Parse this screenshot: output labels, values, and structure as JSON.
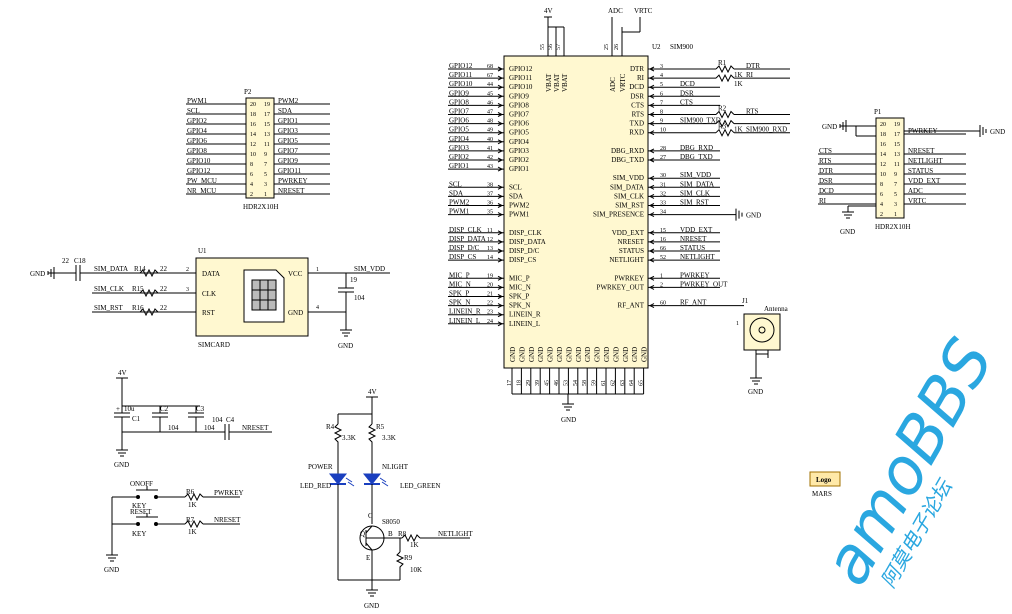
{
  "u2": {
    "ref": "U2",
    "part": "SIM900",
    "top_pins": [
      {
        "num": "55",
        "name": "VBAT"
      },
      {
        "num": "56",
        "name": "VBAT"
      },
      {
        "num": "57",
        "name": "VBAT"
      },
      {
        "num": "25",
        "name": "ADC"
      },
      {
        "num": "26",
        "name": "VRTC"
      }
    ],
    "left_pins": [
      {
        "num": "68",
        "name": "GPIO12",
        "net": "GPIO12"
      },
      {
        "num": "67",
        "name": "GPIO11",
        "net": "GPIO11"
      },
      {
        "num": "44",
        "name": "GPIO10",
        "net": "GPIO10"
      },
      {
        "num": "45",
        "name": "GPIO9",
        "net": "GPIO9"
      },
      {
        "num": "46",
        "name": "GPIO8",
        "net": "GPIO8"
      },
      {
        "num": "47",
        "name": "GPIO7",
        "net": "GPIO7"
      },
      {
        "num": "48",
        "name": "GPIO6",
        "net": "GPIO6"
      },
      {
        "num": "49",
        "name": "GPIO5",
        "net": "GPIO5"
      },
      {
        "num": "40",
        "name": "GPIO4",
        "net": "GPIO4"
      },
      {
        "num": "41",
        "name": "GPIO3",
        "net": "GPIO3"
      },
      {
        "num": "42",
        "name": "GPIO2",
        "net": "GPIO2"
      },
      {
        "num": "43",
        "name": "GPIO1",
        "net": "GPIO1"
      },
      {
        "num": "",
        "name": "",
        "net": ""
      },
      {
        "num": "38",
        "name": "SCL",
        "net": "SCL"
      },
      {
        "num": "37",
        "name": "SDA",
        "net": "SDA"
      },
      {
        "num": "36",
        "name": "PWM2",
        "net": "PWM2"
      },
      {
        "num": "35",
        "name": "PWM1",
        "net": "PWM1"
      },
      {
        "num": "",
        "name": "",
        "net": ""
      },
      {
        "num": "11",
        "name": "DISP_CLK",
        "net": "DISP_CLK"
      },
      {
        "num": "12",
        "name": "DISP_DATA",
        "net": "DISP_DATA"
      },
      {
        "num": "13",
        "name": "DISP_D/C",
        "net": "DISP_D/C"
      },
      {
        "num": "14",
        "name": "DISP_CS",
        "net": "DISP_CS"
      },
      {
        "num": "",
        "name": "",
        "net": ""
      },
      {
        "num": "19",
        "name": "MIC_P",
        "net": "MIC_P"
      },
      {
        "num": "20",
        "name": "MIC_N",
        "net": "MIC_N"
      },
      {
        "num": "21",
        "name": "SPK_P",
        "net": "SPK_P"
      },
      {
        "num": "22",
        "name": "SPK_N",
        "net": "SPK_N"
      },
      {
        "num": "23",
        "name": "LINEIN_R",
        "net": "LINEIN_R"
      },
      {
        "num": "24",
        "name": "LINEIN_L",
        "net": "LINEIN_L"
      }
    ],
    "right_pins": [
      {
        "num": "3",
        "name": "DTR",
        "net": "DTR",
        "res": "R1",
        "rv": "1K"
      },
      {
        "num": "4",
        "name": "RI",
        "net": "RI",
        "rv": "1K"
      },
      {
        "num": "5",
        "name": "DCD",
        "net": "DCD"
      },
      {
        "num": "6",
        "name": "DSR",
        "net": "DSR"
      },
      {
        "num": "7",
        "name": "CTS",
        "net": "CTS"
      },
      {
        "num": "8",
        "name": "RTS",
        "net": "RTS",
        "res": "R2"
      },
      {
        "num": "9",
        "name": "TXD",
        "net": "SIM900_TXD",
        "rv": "1K"
      },
      {
        "num": "10",
        "name": "RXD",
        "net": "SIM900_RXD",
        "res": "R3"
      },
      {
        "num": "",
        "name": "",
        "net": ""
      },
      {
        "num": "28",
        "name": "DBG_RXD",
        "net": "DBG_RXD"
      },
      {
        "num": "27",
        "name": "DBG_TXD",
        "net": "DBG_TXD"
      },
      {
        "num": "",
        "name": "",
        "net": ""
      },
      {
        "num": "30",
        "name": "SIM_VDD",
        "net": "SIM_VDD"
      },
      {
        "num": "31",
        "name": "SIM_DATA",
        "net": "SIM_DATA"
      },
      {
        "num": "32",
        "name": "SIM_CLK",
        "net": "SIM_CLK"
      },
      {
        "num": "33",
        "name": "SIM_RST",
        "net": "SIM_RST"
      },
      {
        "num": "34",
        "name": "SIM_PRESENCE",
        "net": "GND"
      },
      {
        "num": "",
        "name": "",
        "net": ""
      },
      {
        "num": "15",
        "name": "VDD_EXT",
        "net": "VDD_EXT"
      },
      {
        "num": "16",
        "name": "NRESET",
        "net": "NRESET"
      },
      {
        "num": "66",
        "name": "STATUS",
        "net": "STATUS"
      },
      {
        "num": "52",
        "name": "NETLIGHT",
        "net": "NETLIGHT"
      },
      {
        "num": "",
        "name": "",
        "net": ""
      },
      {
        "num": "1",
        "name": "PWRKEY",
        "net": "PWRKEY"
      },
      {
        "num": "2",
        "name": "PWRKEY_OUT",
        "net": "PWRKEY_OUT"
      },
      {
        "num": "",
        "name": "",
        "net": ""
      },
      {
        "num": "60",
        "name": "RF_ANT",
        "net": "RF_ANT"
      }
    ],
    "gnd_pins": [
      "17",
      "18",
      "29",
      "39",
      "45",
      "46",
      "53",
      "54",
      "58",
      "59",
      "61",
      "62",
      "63",
      "64",
      "65"
    ],
    "gnd_name": "GND",
    "top_nets": {
      "vbat": "4V",
      "adc": "ADC",
      "vrtc": "VRTC"
    },
    "bottom_net": "GND"
  },
  "p2": {
    "ref": "P2",
    "part": "HDR2X10H",
    "rows": [
      {
        "l": "PWM1",
        "a": "20",
        "b": "19",
        "r": "PWM2"
      },
      {
        "l": "SCL",
        "a": "18",
        "b": "17",
        "r": "SDA"
      },
      {
        "l": "GPIO2",
        "a": "16",
        "b": "15",
        "r": "GPIO1"
      },
      {
        "l": "GPIO4",
        "a": "14",
        "b": "13",
        "r": "GPIO3"
      },
      {
        "l": "GPIO6",
        "a": "12",
        "b": "11",
        "r": "GPIO5"
      },
      {
        "l": "GPIO8",
        "a": "10",
        "b": "9",
        "r": "GPIO7"
      },
      {
        "l": "GPIO10",
        "a": "8",
        "b": "7",
        "r": "GPIO9"
      },
      {
        "l": "GPIO12",
        "a": "6",
        "b": "5",
        "r": "GPIO11"
      },
      {
        "l": "PW_MCU",
        "a": "4",
        "b": "3",
        "r": "PWRKEY"
      },
      {
        "l": "NR_MCU",
        "a": "2",
        "b": "1",
        "r": "NRESET"
      }
    ]
  },
  "p1": {
    "ref": "P1",
    "part": "HDR2X10H",
    "rows": [
      {
        "l": "",
        "a": "20",
        "b": "19",
        "r": ""
      },
      {
        "l": "",
        "a": "18",
        "b": "17",
        "r": "PWRKEY"
      },
      {
        "l": "",
        "a": "16",
        "b": "15",
        "r": ""
      },
      {
        "l": "CTS",
        "a": "14",
        "b": "13",
        "r": "NRESET"
      },
      {
        "l": "RTS",
        "a": "12",
        "b": "11",
        "r": "NETLIGHT"
      },
      {
        "l": "DTR",
        "a": "10",
        "b": "9",
        "r": "STATUS"
      },
      {
        "l": "DSR",
        "a": "8",
        "b": "7",
        "r": "VDD_EXT"
      },
      {
        "l": "DCD",
        "a": "6",
        "b": "5",
        "r": "ADC"
      },
      {
        "l": "RI",
        "a": "4",
        "b": "3",
        "r": "VRTC"
      },
      {
        "l": "",
        "a": "2",
        "b": "1",
        "r": ""
      }
    ],
    "gnd_left": "GND",
    "gnd_right": "GND",
    "gnd_bottom": "GND"
  },
  "u1": {
    "ref": "U1",
    "part": "SIMCARD",
    "pins_left": [
      {
        "num": "2",
        "name": "DATA"
      },
      {
        "num": "3",
        "name": "CLK"
      },
      {
        "num": "",
        "name": "RST"
      }
    ],
    "pins_right": [
      {
        "num": "1",
        "name": "VCC"
      },
      {
        "num": "4",
        "name": "GND"
      }
    ],
    "nets": [
      "SIM_DATA",
      "SIM_CLK",
      "SIM_RST"
    ],
    "resistors": [
      {
        "ref": "R14",
        "val": "22"
      },
      {
        "ref": "R15",
        "val": "22"
      },
      {
        "ref": "R16",
        "val": "22"
      }
    ],
    "c18": {
      "ref": "C18",
      "val": "22"
    },
    "c19": {
      "ref": "19",
      "val": "104"
    },
    "vdd_net": "SIM_VDD",
    "gnd": "GND"
  },
  "power": {
    "rail": "4V",
    "c1": {
      "ref": "C1",
      "val": "10u",
      "sign": "+"
    },
    "c2": {
      "ref": "C2",
      "val": "104"
    },
    "c3": {
      "ref": "C3",
      "val": "104"
    },
    "c4": {
      "ref": "C4",
      "val": "104"
    },
    "nreset": "NRESET",
    "gnd": "GND"
  },
  "keys": {
    "onoff": "ONOFF",
    "reset": "RESET",
    "key1": "KEY",
    "key2": "KEY",
    "r6": {
      "ref": "R6",
      "val": "1K",
      "net": "PWRKEY"
    },
    "r7": {
      "ref": "R7",
      "val": "1K",
      "net": "NRESET"
    },
    "gnd": "GND"
  },
  "leds": {
    "rail": "4V",
    "r4": {
      "ref": "R4",
      "val": "3.3K"
    },
    "r5": {
      "ref": "R5",
      "val": "3.3K"
    },
    "power": "POWER",
    "nlight": "NLIGHT",
    "led_red": "LED_RED",
    "led_green": "LED_GREEN",
    "q": {
      "ref": "Q",
      "part": "S8050",
      "c": "C",
      "b": "B",
      "e": "E"
    },
    "r8": {
      "ref": "R8",
      "val": "1K"
    },
    "r9": {
      "ref": "R9",
      "val": "10K"
    },
    "net": "NETLIGHT",
    "gnd": "GND"
  },
  "antenna": {
    "ref": "J1",
    "name": "Antenna",
    "pin": "1",
    "gnd": "GND"
  },
  "logo": {
    "text": "Logo",
    "sub": "MARS"
  },
  "watermark": {
    "cn": "阿莫电子论坛",
    "en": "amoBBS"
  },
  "colors": {
    "chip_fill": "#fff8d0",
    "led": "#1a3fbf",
    "watermark": "#2aa7e0"
  }
}
